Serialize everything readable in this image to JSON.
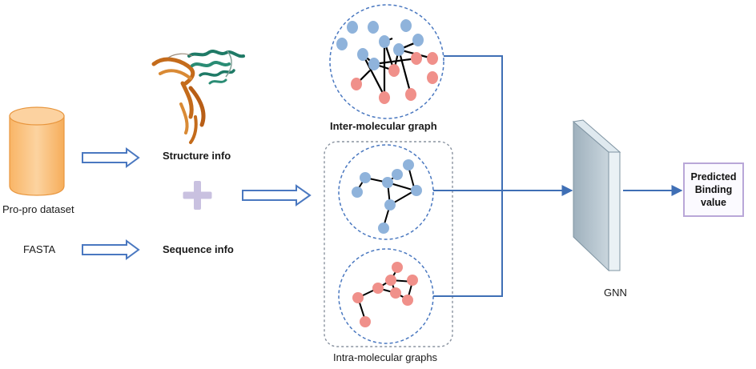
{
  "labels": {
    "dataset": "Pro-pro dataset",
    "fasta": "FASTA",
    "structure": "Structure info",
    "sequence": "Sequence info",
    "inter": "Inter-molecular graph",
    "intra": "Intra-molecular graphs",
    "gnn": "GNN",
    "predicted": [
      "Predicted",
      "Binding",
      "value"
    ]
  },
  "colors": {
    "flow_arrow": "#3f6fb5",
    "hollow_arrow": "#4a78c0",
    "node_blue": "#8fb3db",
    "node_red": "#f0908a",
    "cylinder": "#f7c07a",
    "plus": "#c9c1e0",
    "gnn_panel": "#b8c6cf"
  }
}
